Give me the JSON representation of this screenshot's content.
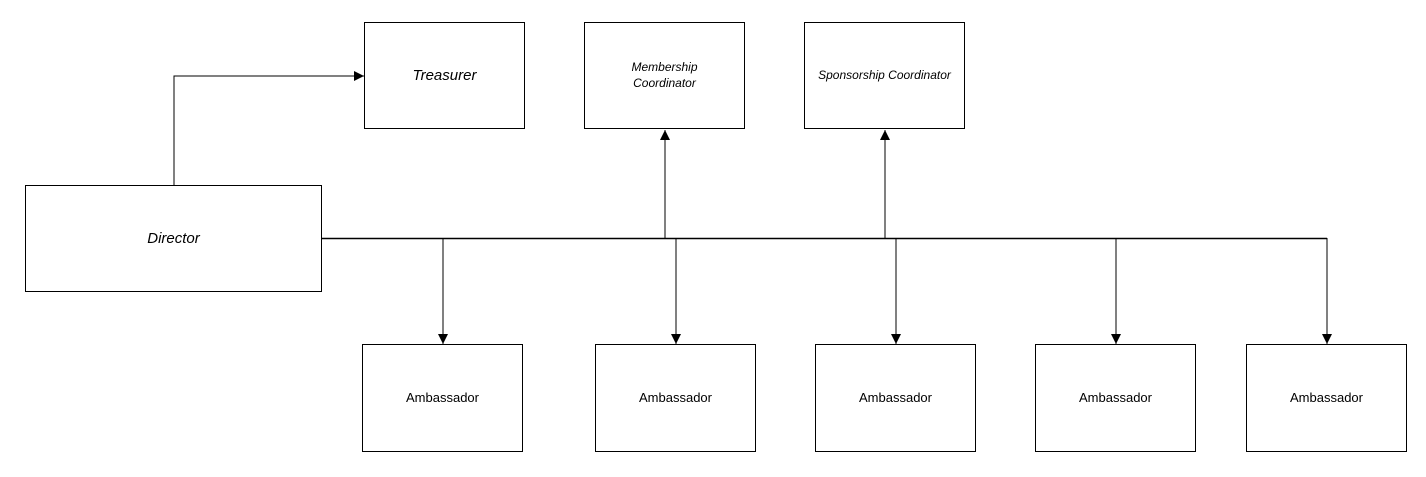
{
  "diagram": {
    "director": {
      "label": "Director"
    },
    "treasurer": {
      "label": "Treasurer"
    },
    "membership_coordinator": {
      "label": "Membership Coordinator"
    },
    "sponsorship_coordinator": {
      "label": "Sponsorship Coordinator"
    },
    "ambassadors": [
      {
        "label": "Ambassador"
      },
      {
        "label": "Ambassador"
      },
      {
        "label": "Ambassador"
      },
      {
        "label": "Ambassador"
      },
      {
        "label": "Ambassador"
      }
    ],
    "line_color": "#000000",
    "box_border_color": "#000000",
    "box_fill_color": "#ffffff"
  }
}
